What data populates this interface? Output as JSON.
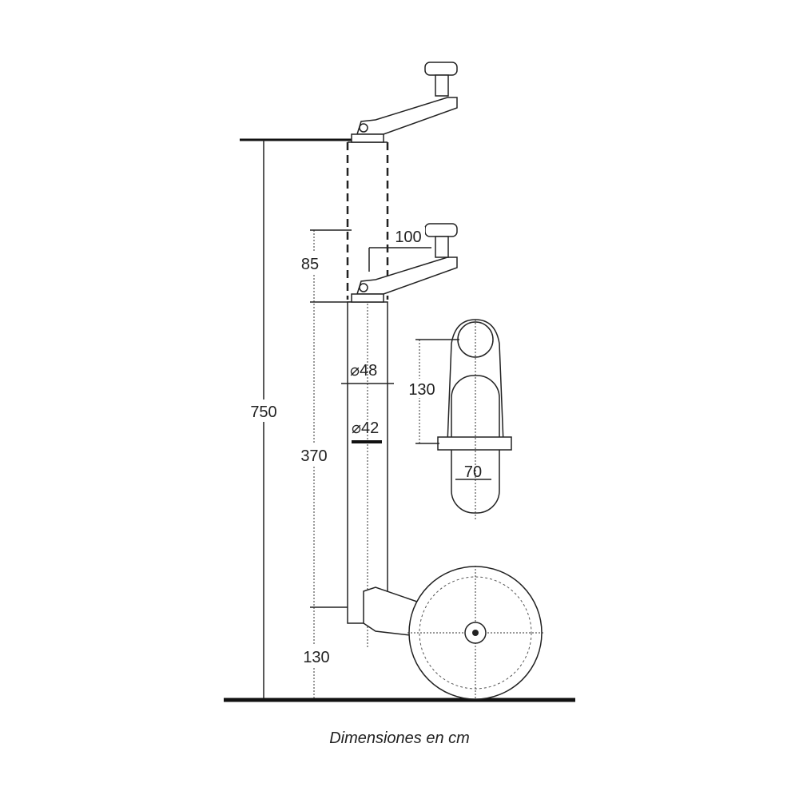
{
  "diagram": {
    "labels": {
      "total_height": "750",
      "top_offset": "85",
      "crank_reach": "100",
      "tube_length": "370",
      "wheel_clearance": "130",
      "outer_diameter": "⌀48",
      "inner_diameter": "⌀42",
      "wheel_height": "130",
      "wheel_width": "70"
    },
    "caption": "Dimensiones en cm"
  }
}
